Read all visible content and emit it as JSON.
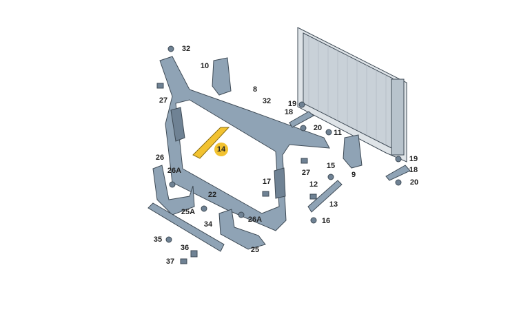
{
  "diagram": {
    "highlight_color": "#f2c230",
    "part_color": "#8fa3b5",
    "labels": [
      {
        "id": "32-top",
        "text": "32"
      },
      {
        "id": "10",
        "text": "10"
      },
      {
        "id": "8",
        "text": "8"
      },
      {
        "id": "32-mid",
        "text": "32"
      },
      {
        "id": "27-left",
        "text": "27"
      },
      {
        "id": "19-top",
        "text": "19"
      },
      {
        "id": "18-top",
        "text": "18"
      },
      {
        "id": "20-top",
        "text": "20"
      },
      {
        "id": "11",
        "text": "11"
      },
      {
        "id": "14",
        "text": "14"
      },
      {
        "id": "26",
        "text": "26"
      },
      {
        "id": "26A-left",
        "text": "26A"
      },
      {
        "id": "22",
        "text": "22"
      },
      {
        "id": "17",
        "text": "17"
      },
      {
        "id": "15",
        "text": "15"
      },
      {
        "id": "27-right",
        "text": "27"
      },
      {
        "id": "12",
        "text": "12"
      },
      {
        "id": "9",
        "text": "9"
      },
      {
        "id": "19-right",
        "text": "19"
      },
      {
        "id": "18-right",
        "text": "18"
      },
      {
        "id": "20-right",
        "text": "20"
      },
      {
        "id": "13",
        "text": "13"
      },
      {
        "id": "25A",
        "text": "25A"
      },
      {
        "id": "34",
        "text": "34"
      },
      {
        "id": "26A-mid",
        "text": "26A"
      },
      {
        "id": "16",
        "text": "16"
      },
      {
        "id": "35",
        "text": "35"
      },
      {
        "id": "36",
        "text": "36"
      },
      {
        "id": "37",
        "text": "37"
      },
      {
        "id": "25",
        "text": "25"
      }
    ]
  }
}
